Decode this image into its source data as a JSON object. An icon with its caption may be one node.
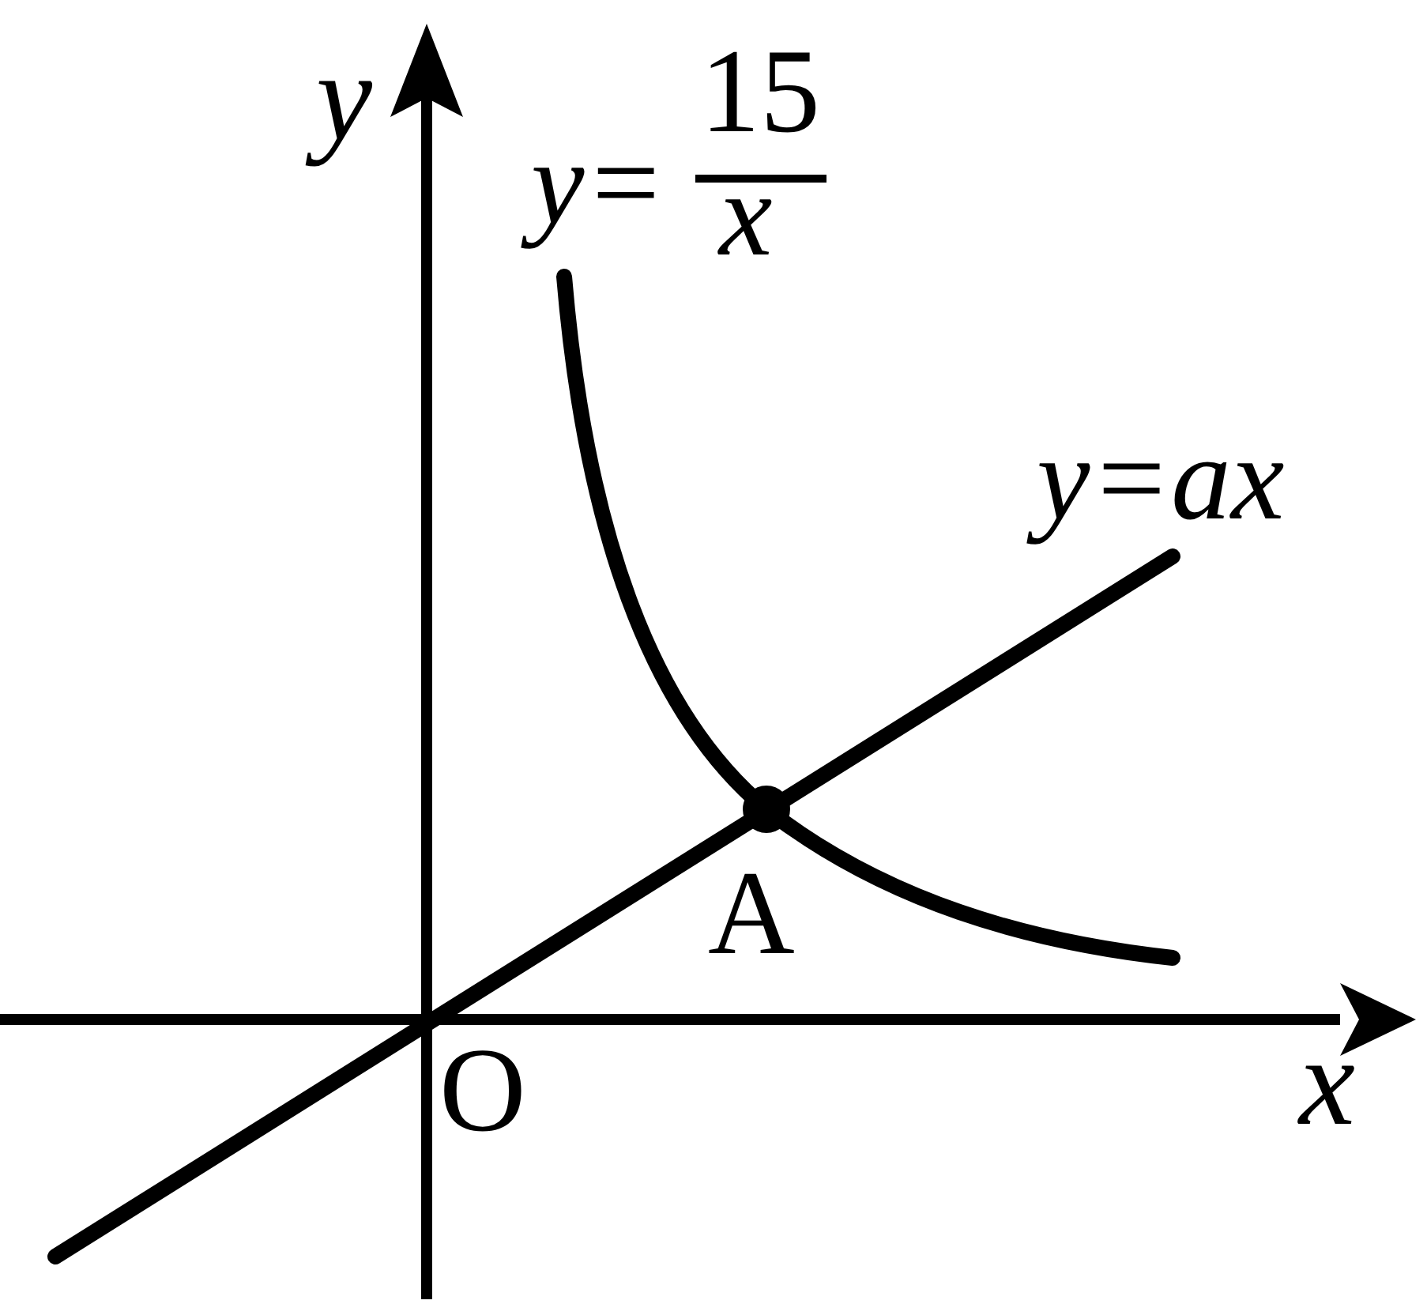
{
  "diagram": {
    "labels": [
      "y",
      "y=",
      "15",
      "x",
      "y=ax",
      "A",
      "O",
      "x"
    ]
  }
}
